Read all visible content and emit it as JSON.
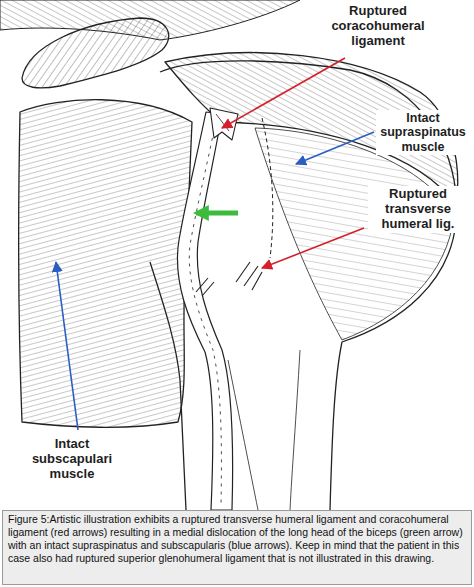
{
  "diagram": {
    "caption": "Figure 5:Artistic illustration exhibits a ruptured transverse humeral ligament and coracohumeral ligament (red arrows) resulting in a medial dislocation of the long head of the biceps (green arrow) with an intact supraspinatus and subscapularis (blue arrows). Keep in mind that the patient in this case also had ruptured superior glenohumeral ligament that is not illustrated in this drawing.",
    "labels": [
      "Ruptured coracohumeral ligament",
      "Intact supraspinatus muscle",
      "Ruptured transverse humeral lig.",
      "Intact subscapulari muscle"
    ]
  }
}
